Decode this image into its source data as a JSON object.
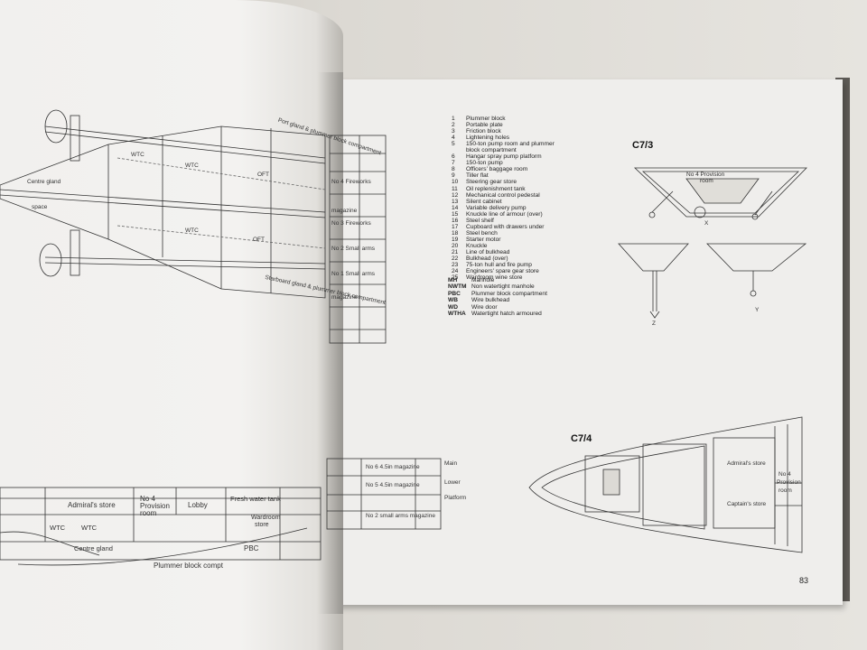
{
  "figures": {
    "c7_3": "C7/3",
    "c7_4": "C7/4"
  },
  "legend": [
    {
      "n": "1",
      "t": "Plummer block"
    },
    {
      "n": "2",
      "t": "Portable plate"
    },
    {
      "n": "3",
      "t": "Friction block"
    },
    {
      "n": "4",
      "t": "Lightening holes"
    },
    {
      "n": "5",
      "t": "150-ton pump room and plummer"
    },
    {
      "n": "",
      "t": "block compartment"
    },
    {
      "n": "6",
      "t": "Hangar spray pump platform"
    },
    {
      "n": "7",
      "t": "150-ton pump"
    },
    {
      "n": "8",
      "t": "Officers' baggage room"
    },
    {
      "n": "9",
      "t": "Tiller flat"
    },
    {
      "n": "10",
      "t": "Steering gear store"
    },
    {
      "n": "11",
      "t": "Oil replenishment tank"
    },
    {
      "n": "12",
      "t": "Mechanical control pedestal"
    },
    {
      "n": "13",
      "t": "Silent cabinet"
    },
    {
      "n": "14",
      "t": "Variable delivery pump"
    },
    {
      "n": "15",
      "t": "Knuckle line of armour (over)"
    },
    {
      "n": "16",
      "t": "Steel shelf"
    },
    {
      "n": "17",
      "t": "Cupboard with drawers under"
    },
    {
      "n": "18",
      "t": "Steel bench"
    },
    {
      "n": "19",
      "t": "Starter motor"
    },
    {
      "n": "20",
      "t": "Knuckle"
    },
    {
      "n": "21",
      "t": "Line of bulkhead"
    },
    {
      "n": "22",
      "t": "Bulkhead (over)"
    },
    {
      "n": "23",
      "t": "75-ton hull and fire pump"
    },
    {
      "n": "24",
      "t": "Engineers' spare gear store"
    },
    {
      "n": "25",
      "t": "Wardroom wine store"
    }
  ],
  "abbreviations": [
    {
      "code": "MH",
      "t": "Manhole"
    },
    {
      "code": "NWTM",
      "t": "Non watertight manhole"
    },
    {
      "code": "PBC",
      "t": "Plummer block compartment"
    },
    {
      "code": "WB",
      "t": "Wire bulkhead"
    },
    {
      "code": "WD",
      "t": "Wire door"
    },
    {
      "code": "WTHA",
      "t": "Watertight hatch armoured"
    }
  ],
  "page_number": "83",
  "left_plan_labels": {
    "centre_gland": "Centre gland",
    "space": "space",
    "wtc": "WTC",
    "oft": "OFT",
    "port_gland": "Port gland & plummer block compartment",
    "starboard_gland": "Starboard gland & plummer block compartment",
    "no4_fireworks": "No 4 Fireworks",
    "magazine": "magazine",
    "no3_fireworks": "No 3 Fireworks",
    "no2_small_arms": "No 2 Small arms",
    "no1_small_arms": "No 1 Small arms"
  },
  "profile_labels": {
    "admirals_store": "Admiral's store",
    "no4_provision": "No 4",
    "provision_room": "Provision",
    "room": "room",
    "lobby": "Lobby",
    "fresh_water_tank": "Fresh water tank",
    "wardroom_store": "Wardroom",
    "store": "store",
    "centre_gland": "Centre gland",
    "plummer_block": "Plummer block compt",
    "pbc": "PBC",
    "wtc": "WTC",
    "no6_mag": "No 6 4.5in magazine",
    "no5_mag": "No 5 4.5in magazine",
    "no2_small_arms": "No 2 small arms magazine",
    "main": "Main",
    "lower": "Lower",
    "platform": "Platform"
  },
  "c7_4_labels": {
    "admirals_store": "Admiral's store",
    "captains_store": "Captain's store",
    "no4": "No 4",
    "provision": "Provision",
    "room": "room"
  },
  "c7_3_labels": {
    "no4_provision": "No 4 Provision",
    "room": "room",
    "x": "X",
    "y": "Y",
    "z": "Z"
  }
}
